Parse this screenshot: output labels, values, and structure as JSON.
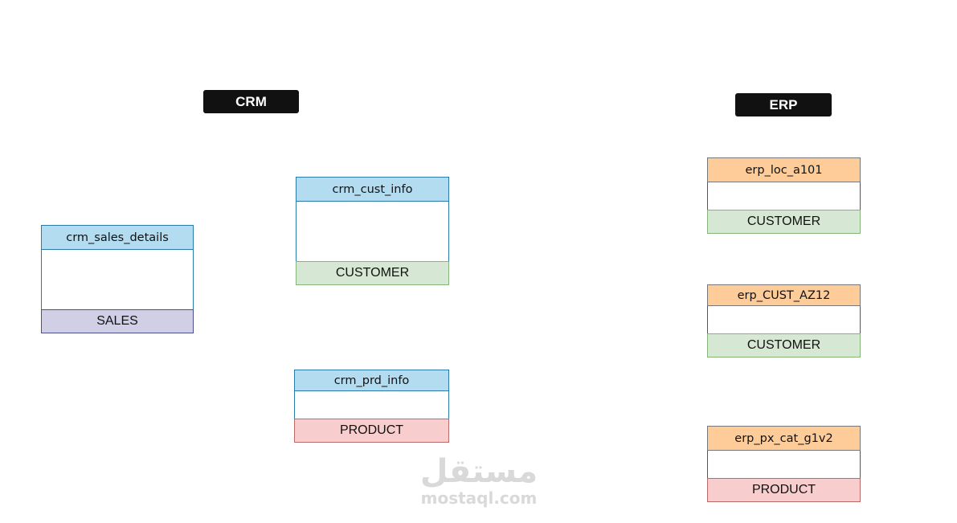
{
  "groups": {
    "crm": {
      "label": "CRM"
    },
    "erp": {
      "label": "ERP"
    }
  },
  "tables": {
    "crm_sales_details": {
      "name": "crm_sales_details",
      "category": "SALES"
    },
    "crm_cust_info": {
      "name": "crm_cust_info",
      "category": "CUSTOMER"
    },
    "crm_prd_info": {
      "name": "crm_prd_info",
      "category": "PRODUCT"
    },
    "erp_loc_a101": {
      "name": "erp_loc_a101",
      "category": "CUSTOMER"
    },
    "erp_cust_az12": {
      "name": "erp_CUST_AZ12",
      "category": "CUSTOMER"
    },
    "erp_px_cat_g1v2": {
      "name": "erp_px_cat_g1v2",
      "category": "PRODUCT"
    }
  },
  "watermark": {
    "arabic": "مستقل",
    "latin": "mostaql.com"
  },
  "colors": {
    "crm_header": "#b3dcf0",
    "erp_header": "#fdcc99",
    "customer": "#d6e8d4",
    "product": "#f7cdcd",
    "sales": "#d0cfe5",
    "label_bg": "#111111"
  }
}
